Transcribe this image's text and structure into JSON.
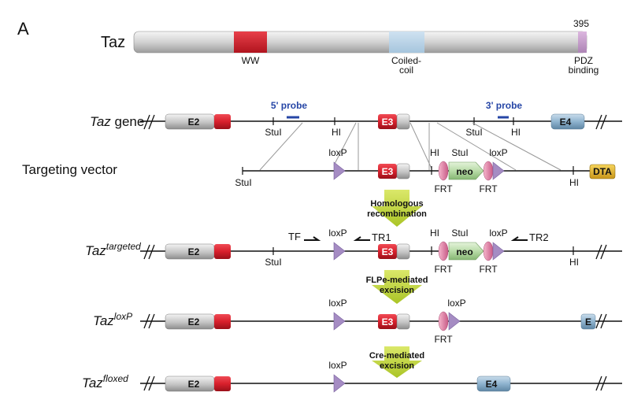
{
  "panel_label": "A",
  "protein": {
    "label": "Taz",
    "end_number": "395",
    "domain_ww": "WW",
    "domain_coiled_line1": "Coiled-",
    "domain_coiled_line2": "coil",
    "domain_pdz_line1": "PDZ",
    "domain_pdz_line2": "binding"
  },
  "rows": {
    "gene": {
      "label_italic": "Taz",
      "label_rest": " gene"
    },
    "vector": {
      "label": "Targeting vector"
    },
    "targeted": {
      "label_italic": "Taz",
      "superscript": "targeted"
    },
    "loxp": {
      "label_italic": "Taz",
      "superscript": "loxP"
    },
    "floxed": {
      "label_italic": "Taz",
      "superscript": "floxed"
    }
  },
  "probes": {
    "five": "5' probe",
    "three": "3' probe"
  },
  "exons": {
    "e2": "E2",
    "e3": "E3",
    "e4": "E4",
    "e4_partial": "E"
  },
  "elements": {
    "neo": "neo",
    "dta": "DTA",
    "loxp": "loxP",
    "frt": "FRT",
    "stui": "StuI",
    "hi": "HI",
    "tf": "TF",
    "tr1": "TR1",
    "tr2": "TR2"
  },
  "steps": {
    "homologous_line1": "Homologous",
    "homologous_line2": "recombination",
    "flpe_line1": "FLPe-mediated",
    "flpe_line2": "excision",
    "cre_line1": "Cre-mediated",
    "cre_line2": "excision"
  },
  "colors": {
    "exon_red": "#d8202c",
    "exon_grey": "#c9c9c9",
    "exon_blue": "#8fb4cf",
    "neo_green": "#b9dca8",
    "loxp_purple": "#a58cc3",
    "frt_pink": "#e07fa6",
    "dta_yellow": "#e0b52a",
    "arrow_green": "#c2d83a",
    "probe_blue": "#2646a6"
  }
}
